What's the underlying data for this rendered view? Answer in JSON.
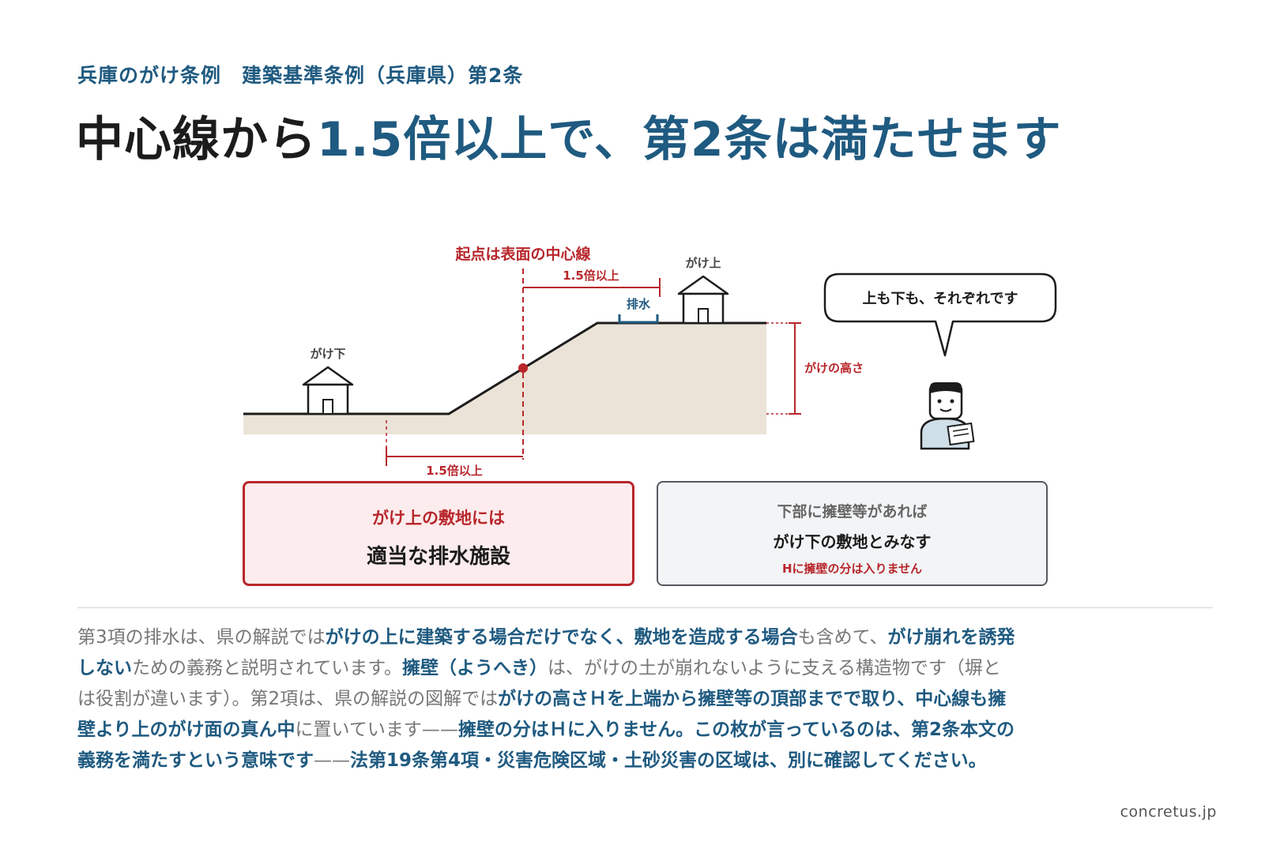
{
  "header": {
    "subtitle": "兵庫のがけ条例　建築基準条例（兵庫県）第2条",
    "title_plain": "中心線から",
    "title_accent": "1.5倍以上で、第2条は満たせます"
  },
  "diagram": {
    "origin_label": "起点は表面の中心線",
    "top_distance_label": "1.5倍以上",
    "bottom_distance_label": "1.5倍以上",
    "cliff_top_label": "がけ上",
    "cliff_bottom_label": "がけ下",
    "drain_label": "排水",
    "height_label": "がけの高さ",
    "speech_text": "上も下も、それぞれです"
  },
  "boxes": {
    "left": {
      "line1": "がけ上の敷地には",
      "line2": "適当な排水施設"
    },
    "right": {
      "line1": "下部に擁壁等があれば",
      "line2": "がけ下の敷地とみなす",
      "line3": "Hに擁壁の分は入りません"
    }
  },
  "body": {
    "p1": "第3項の排水は、県の解説では",
    "b1": "がけの上に建築する場合だけでなく、敷地を造成する場合",
    "p2": "も含めて、",
    "b2": "がけ崩れを誘発しない",
    "p3": "ための義務と説明されています。",
    "b3": "擁壁（ようへき）",
    "p4": "は、がけの土が崩れないように支える構造物です（塀とは役割が違います）。第2項は、県の解説の図解では",
    "b4": "がけの高さＨを上端から擁壁等の頂部までで取り、中心線も擁壁より上のがけ面の真ん中",
    "p5": "に置いています——",
    "b5": "擁壁の分はＨに入りません。この枚が言っているのは、第2条本文の義務を満たすという意味です",
    "p6": "——",
    "b6": "法第19条第4項・災害危険区域・土砂災害の区域は、別に確認してください。"
  },
  "footer": {
    "site": "concretus.jp"
  },
  "colors": {
    "accent_blue": "#1f5a80",
    "accent_red": "#b8262b",
    "ground": "#ebe3d7"
  }
}
